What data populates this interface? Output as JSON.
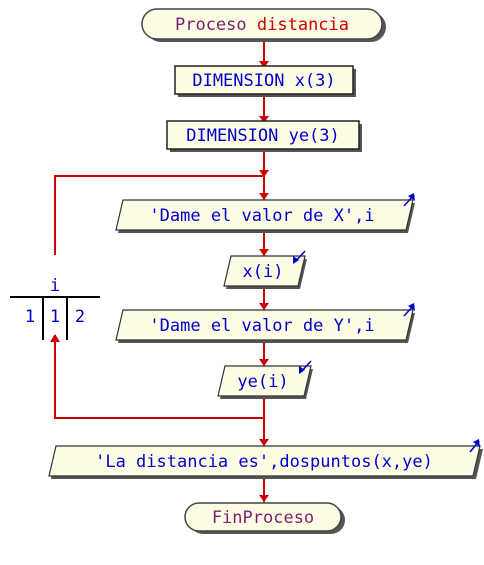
{
  "start": {
    "keyword": "Proceso",
    "name": "distancia"
  },
  "dim1": "DIMENSION x(3)",
  "dim2": "DIMENSION ye(3)",
  "loop": {
    "variable": "i",
    "start": "1",
    "step": "1",
    "end": "2"
  },
  "write1": "'Dame el valor de X',i",
  "read1": "x(i)",
  "write2": "'Dame el valor de Y',i",
  "read2": "ye(i)",
  "write3": "'La distancia es',dospuntos(x,ye)",
  "end": "FinProceso",
  "colors": {
    "flow": "#cc0000",
    "text": "#0000cc",
    "keyword": "#7a1f6e",
    "name": "#d00000",
    "fill": "#fdfde6"
  }
}
